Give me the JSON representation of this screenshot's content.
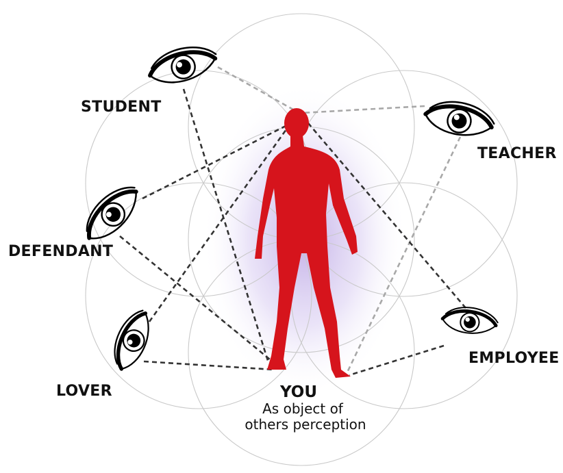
{
  "diagram": {
    "center_label": "YOU",
    "center_sublabel_line1": "As object of",
    "center_sublabel_line2": "others perception",
    "roles": [
      {
        "key": "student",
        "label": "STUDENT"
      },
      {
        "key": "teacher",
        "label": "TEACHER"
      },
      {
        "key": "defendant",
        "label": "DEFENDANT"
      },
      {
        "key": "lover",
        "label": "LOVER"
      },
      {
        "key": "employee",
        "label": "EMPLOYEE"
      }
    ],
    "figure_color": "#d6141c",
    "glow_color": "#c7b5e6",
    "icons": {
      "eye": "eye-icon",
      "person": "human-figure"
    }
  }
}
